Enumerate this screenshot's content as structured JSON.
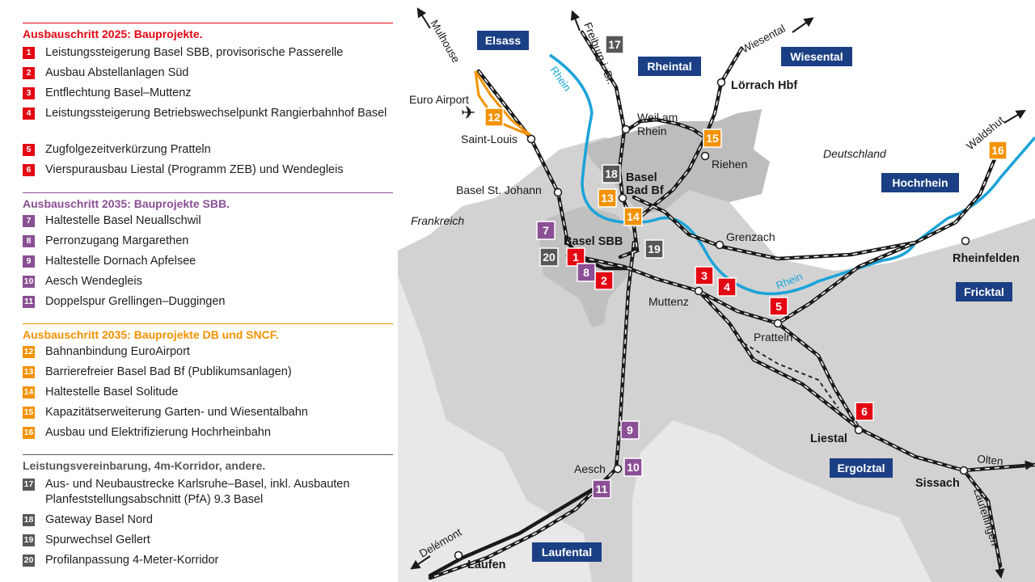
{
  "colors": {
    "red": "#e30613",
    "purple": "#8a4f94",
    "orange": "#f39200",
    "grey": "#575756",
    "region": "#1b3f84",
    "river": "#1aa3d8",
    "land_ch": "#d2d2d2",
    "land_de": "#bdbdbd"
  },
  "legend": {
    "sections": [
      {
        "title": "Ausbauschritt 2025: Bauprojekte.",
        "color": "red",
        "items": [
          {
            "num": "1",
            "text": "Leistungssteigerung Basel SBB, provisorische Passerelle"
          },
          {
            "num": "2",
            "text": "Ausbau Abstellanlagen Süd"
          },
          {
            "num": "3",
            "text": "Entflechtung Basel–Muttenz"
          },
          {
            "num": "4",
            "text": "Leistungssteigerung Betriebswechselpunkt Rangierbahnhof Basel"
          },
          {
            "num": "5",
            "text": "Zugfolgezeitverkürzung Pratteln"
          },
          {
            "num": "6",
            "text": "Vierspurausbau Liestal (Programm ZEB) und Wendegleis"
          }
        ]
      },
      {
        "title": "Ausbauschritt 2035: Bauprojekte SBB.",
        "color": "purple",
        "items": [
          {
            "num": "7",
            "text": "Haltestelle Basel Neuallschwil"
          },
          {
            "num": "8",
            "text": "Perronzugang Margarethen"
          },
          {
            "num": "9",
            "text": "Haltestelle Dornach Apfelsee"
          },
          {
            "num": "10",
            "text": "Aesch Wendegleis"
          },
          {
            "num": "11",
            "text": "Doppelspur Grellingen–Duggingen"
          }
        ]
      },
      {
        "title": "Ausbauschritt 2035: Bauprojekte DB und SNCF.",
        "color": "orange",
        "items": [
          {
            "num": "12",
            "text": "Bahnanbindung EuroAirport"
          },
          {
            "num": "13",
            "text": "Barrierefreier Basel Bad Bf (Publikumsanlagen)"
          },
          {
            "num": "14",
            "text": "Haltestelle Basel Solitude"
          },
          {
            "num": "15",
            "text": "Kapazitätserweiterung Garten- und Wiesentalbahn"
          },
          {
            "num": "16",
            "text": "Ausbau und Elektrifizierung Hochrheinbahn"
          }
        ]
      },
      {
        "title": "Leistungsvereinbarung, 4m-Korridor, andere.",
        "color": "grey",
        "items": [
          {
            "num": "17",
            "text": "Aus- und Neubaustrecke Karlsruhe–Basel, inkl. Ausbauten Planfeststellungsabschnitt (PfA) 9.3 Basel"
          },
          {
            "num": "18",
            "text": "Gateway Basel Nord"
          },
          {
            "num": "19",
            "text": "Spurwechsel Gellert"
          },
          {
            "num": "20",
            "text": "Profilanpassung 4-Meter-Korridor"
          }
        ]
      }
    ]
  },
  "map": {
    "regions": [
      "Elsass",
      "Rheintal",
      "Wiesental",
      "Hochrhein",
      "Fricktal",
      "Ergolztal",
      "Laufental"
    ],
    "countries": [
      "Frankreich",
      "Deutschland"
    ],
    "river": "Rhein",
    "stations_bold": [
      "Lörrach Hbf",
      "Basel",
      "Bad Bf",
      "Basel SBB",
      "Rheinfelden",
      "Liestal",
      "Sissach",
      "Laufen"
    ],
    "stations": [
      "Euro Airport",
      "Saint-Louis",
      "Basel St. Johann",
      "Weil am",
      "Rhein",
      "Riehen",
      "Grenzach",
      "Muttenz",
      "Pratteln",
      "Aesch"
    ],
    "directions": [
      "Mulhouse",
      "Freiburg i. Br.",
      "Wiesental",
      "Waldshut",
      "Olten",
      "Läufelfingen",
      "Delémont"
    ]
  }
}
